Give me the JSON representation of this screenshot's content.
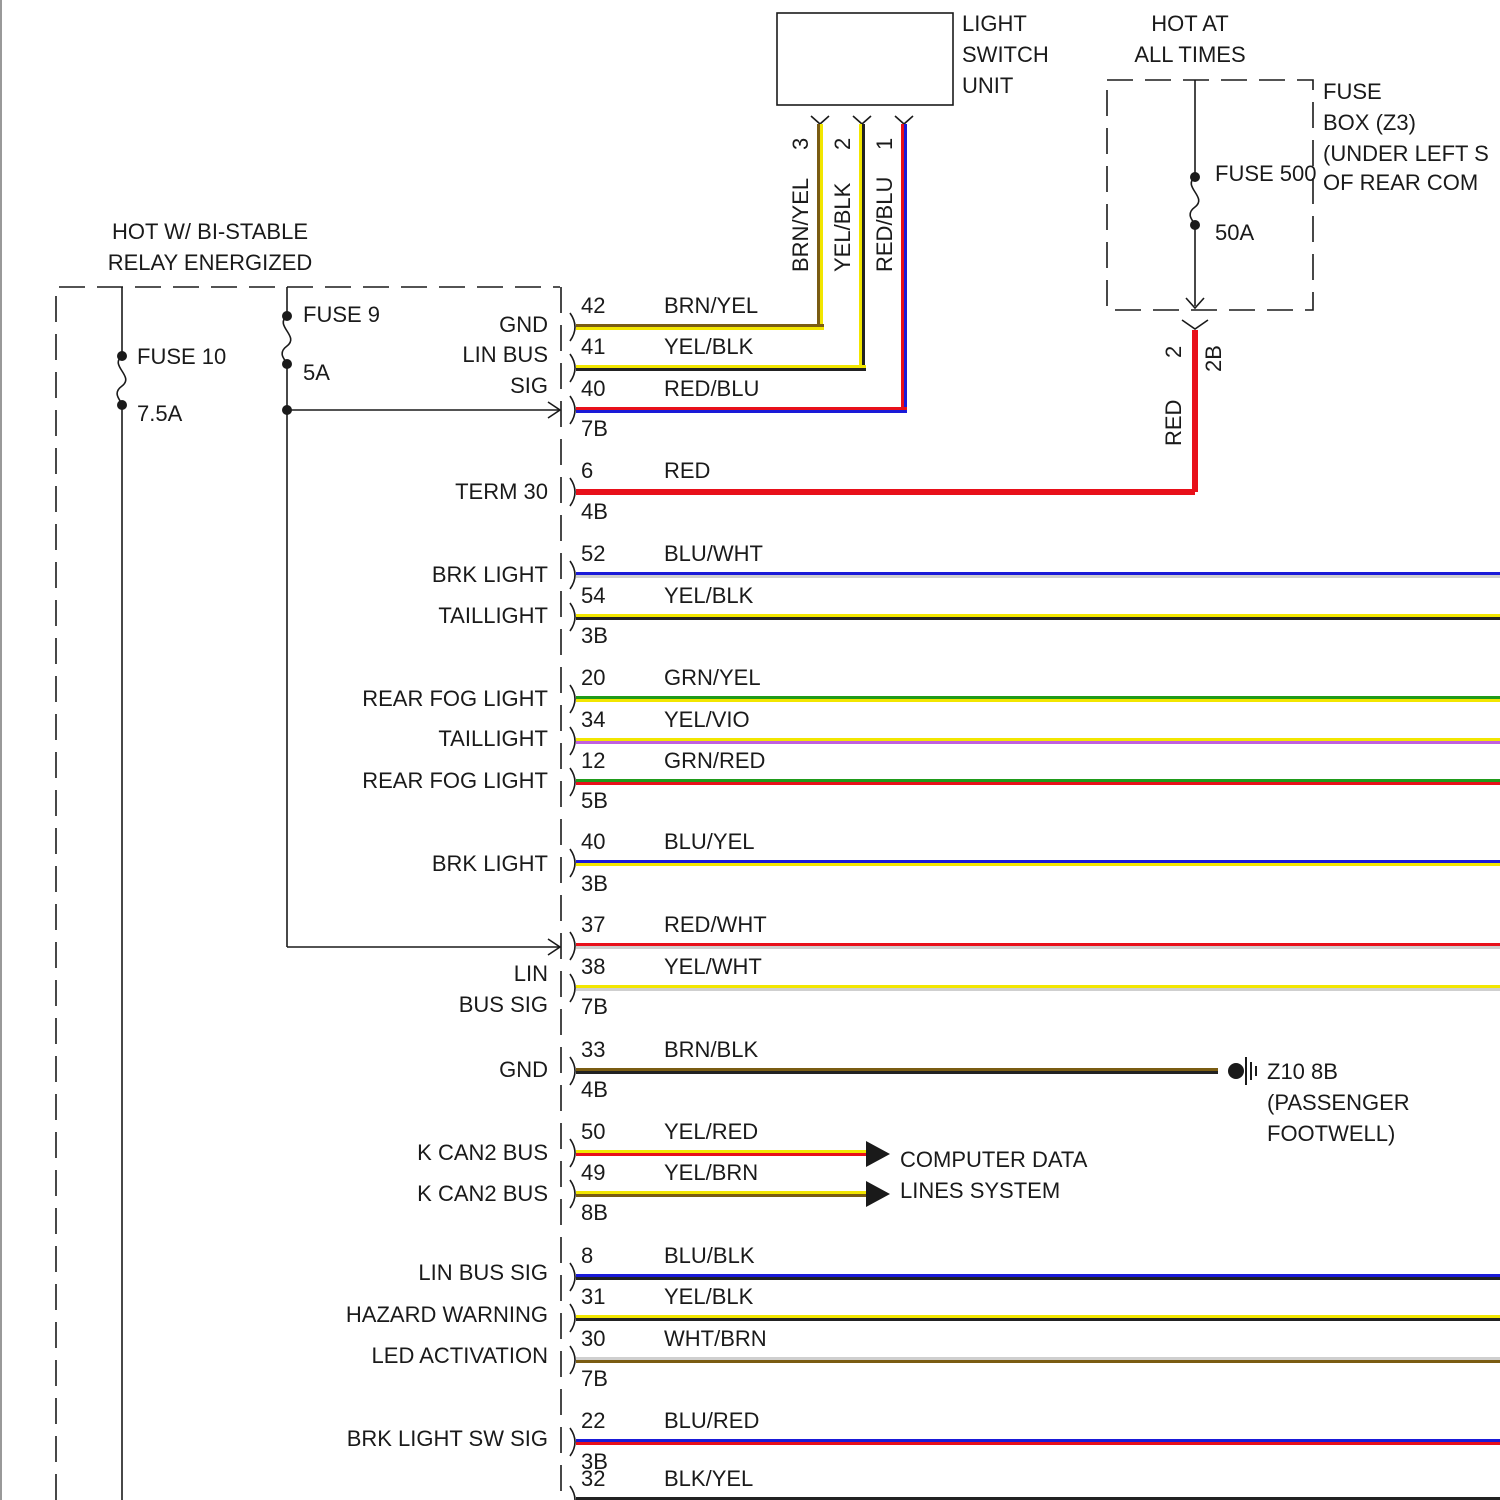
{
  "colors": {
    "BRN": "#7a5c12",
    "YEL": "#f2e600",
    "BLK": "#222222",
    "RED": "#e8101a",
    "BLU": "#1a1ad8",
    "WHT": "#cfcfcf",
    "GRN": "#1f9b1a",
    "VIO": "#c060e0",
    "ink": "#1a1a1a"
  },
  "components": {
    "light_switch": {
      "label": [
        "LIGHT",
        "SWITCH",
        "UNIT"
      ]
    },
    "hot_at_all_times": {
      "label": [
        "HOT AT",
        "ALL TIMES"
      ]
    },
    "fuse_box": {
      "label": [
        "FUSE",
        "BOX (Z3)",
        "(UNDER LEFT S",
        "OF REAR COM"
      ],
      "fuse_name": "FUSE 500",
      "fuse_rating": "50A"
    },
    "relay_supply": {
      "label": [
        "HOT W/ BI-STABLE",
        "RELAY ENERGIZED"
      ],
      "fuse10_name": "FUSE 10",
      "fuse10_rating": "7.5A",
      "fuse9_name": "FUSE 9",
      "fuse9_rating": "5A"
    },
    "ground": {
      "label": [
        "Z10 8B",
        "(PASSENGER",
        "FOOTWELL)"
      ]
    },
    "data_lines": {
      "label": [
        "COMPUTER DATA",
        "LINES SYSTEM"
      ]
    }
  },
  "switch_pins": [
    {
      "pin": "3",
      "wire": "BRN/YEL"
    },
    {
      "pin": "2",
      "wire": "YEL/BLK"
    },
    {
      "pin": "1",
      "wire": "RED/BLU"
    }
  ],
  "fuse_box_output": {
    "pin": "2",
    "connector": "2B",
    "wire": "RED"
  },
  "pins": [
    {
      "pin": "42",
      "wire": "BRN/YEL",
      "label": "GND"
    },
    {
      "pin": "41",
      "wire": "YEL/BLK",
      "label": "LIN BUS"
    },
    {
      "pin": "40",
      "wire": "RED/BLU",
      "label": "SIG"
    },
    {
      "pin": "6",
      "wire": "RED",
      "label": "TERM 30"
    },
    {
      "pin": "52",
      "wire": "BLU/WHT",
      "label": "BRK LIGHT"
    },
    {
      "pin": "54",
      "wire": "YEL/BLK",
      "label": "TAILLIGHT"
    },
    {
      "pin": "20",
      "wire": "GRN/YEL",
      "label": "REAR FOG LIGHT"
    },
    {
      "pin": "34",
      "wire": "YEL/VIO",
      "label": "TAILLIGHT"
    },
    {
      "pin": "12",
      "wire": "GRN/RED",
      "label": "REAR FOG LIGHT"
    },
    {
      "pin": "40",
      "wire": "BLU/YEL",
      "label": "BRK LIGHT"
    },
    {
      "pin": "37",
      "wire": "RED/WHT",
      "label": ""
    },
    {
      "pin": "38",
      "wire": "YEL/WHT",
      "label": "LIN"
    },
    {
      "pin": "33",
      "wire": "BRN/BLK",
      "label": "GND"
    },
    {
      "pin": "50",
      "wire": "YEL/RED",
      "label": "K CAN2 BUS"
    },
    {
      "pin": "49",
      "wire": "YEL/BRN",
      "label": "K CAN2 BUS"
    },
    {
      "pin": "8",
      "wire": "BLU/BLK",
      "label": "LIN BUS SIG"
    },
    {
      "pin": "31",
      "wire": "YEL/BLK",
      "label": "HAZARD WARNING"
    },
    {
      "pin": "30",
      "wire": "WHT/BRN",
      "label": "LED ACTIVATION"
    },
    {
      "pin": "22",
      "wire": "BLU/RED",
      "label": "BRK LIGHT SW SIG"
    },
    {
      "pin": "32",
      "wire": "BLK/YEL",
      "label": ""
    }
  ],
  "extra_labels": [
    "BUS SIG"
  ],
  "connectors": [
    "7B",
    "4B",
    "3B",
    "5B",
    "3B",
    "7B",
    "4B",
    "8B",
    "7B",
    "3B"
  ]
}
